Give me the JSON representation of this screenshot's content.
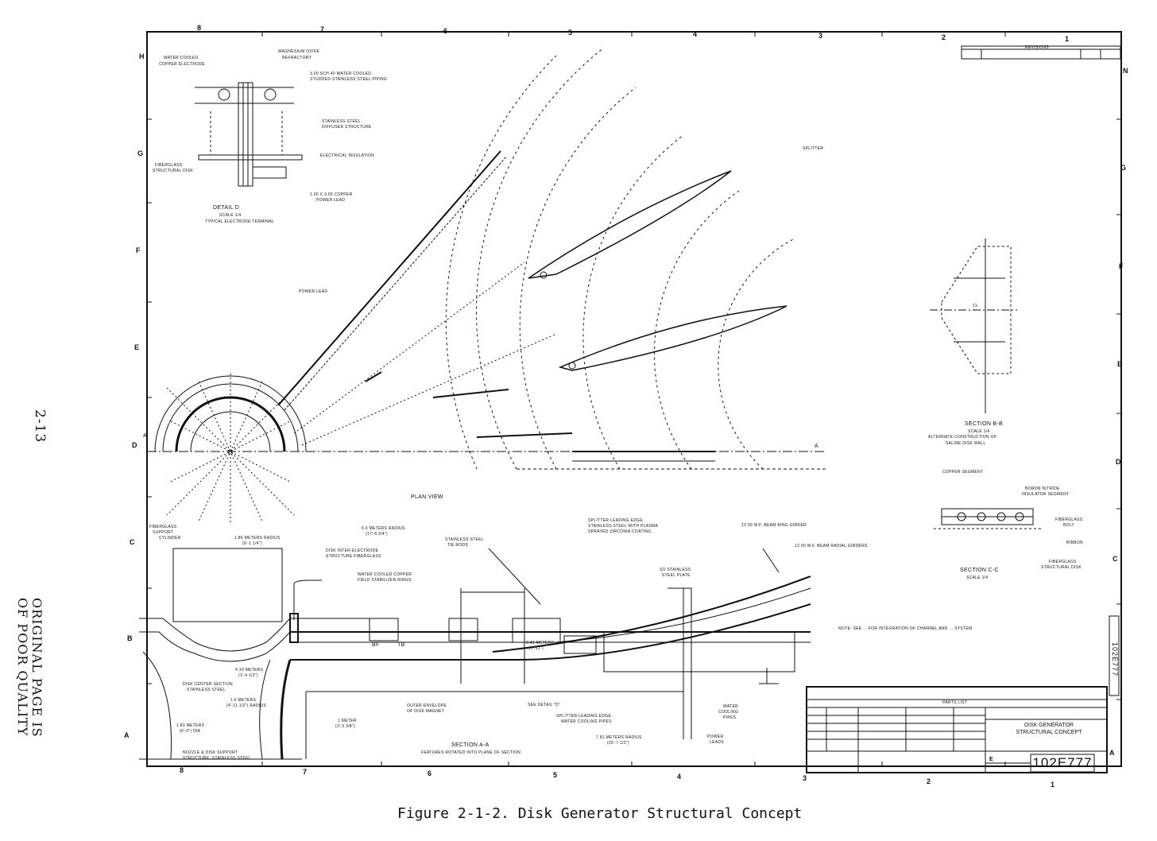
{
  "margin": {
    "page_number": "2-13",
    "quality_note_line1": "ORIGINAL PAGE IS",
    "quality_note_line2": "OF POOR QUALITY"
  },
  "caption": "Figure 2-1-2.  Disk Generator Structural Concept",
  "zones": {
    "columns_top": [
      "8",
      "7",
      "6",
      "5",
      "4",
      "3",
      "2",
      "1"
    ],
    "columns_bottom": [
      "8",
      "7",
      "6",
      "5",
      "4",
      "3",
      "2",
      "1"
    ],
    "rows_left": [
      "H",
      "G",
      "F",
      "E",
      "D",
      "C",
      "B",
      "A"
    ],
    "rows_right": [
      "N",
      "G",
      "F",
      "E",
      "D",
      "C",
      "A"
    ]
  },
  "detail_d": {
    "water_cooled": "WATER COOLED",
    "copper_electrode": "COPPER ELECTRODE",
    "magnesium": "MAGNESIUM OXIDE",
    "refractory": "REFRACTORY",
    "piping_1": "3.00 SCH 40 WATER COOLED",
    "piping_2": "STUDDED STAINLESS STEEL PIPING",
    "diffuser_1": "STAINLESS STEEL",
    "diffuser_2": "DIFFUSER STRUCTURE",
    "insulation": "ELECTRICAL INSULATION",
    "fiberglass_1": "FIBERGLASS",
    "fiberglass_2": "STRUCTURAL DISK",
    "power_lead_1": "1.00 x 3.00 COPPER",
    "power_lead_2": "POWER LEAD",
    "title": "DETAIL D",
    "scale": "SCALE 1/4",
    "subtitle": "TYPICAL ELECTRODE TERMINAL"
  },
  "plan_view": {
    "power_lead": "POWER LEAD",
    "title": "PLAN VIEW",
    "splitter": "SPLITTER",
    "section_mark": "A"
  },
  "section_bb": {
    "title": "SECTION B-B",
    "scale": "SCALE 1/4",
    "line1": "ALTERNATE CONSTRUCTION OF",
    "line2": "SALINE DISK WALL",
    "cl": "CL"
  },
  "section_cc": {
    "copper_segment": "COPPER SEGMENT",
    "boron_1": "BORON NITRIDE",
    "boron_2": "INSULATOR SEGMENT",
    "fiberglass_bolt_1": "FIBERGLASS",
    "fiberglass_bolt_2": "BOLT",
    "ribbon": "RIBBON",
    "fiber_disk_1": "FIBERGLASS",
    "fiber_disk_2": "STRUCTURAL DISK",
    "title": "SECTION C-C",
    "scale": "SCALE 1/4"
  },
  "section_aa": {
    "fiberglass_cyl_1": "FIBERGLASS",
    "fiberglass_cyl_2": "SUPPORT",
    "fiberglass_cyl_3": "CYLINDER",
    "radius_186": "1.86 METERS RADIUS",
    "radius_186_ft": "(6'-1 1/4\")",
    "radius_53": "5.3 METERS RADIUS",
    "radius_53_ft": "(17'-6 3/4\")",
    "tie_rods_1": "STAINLESS STEEL",
    "tie_rods_2": "TIE RODS",
    "inter_electrode_1": "DISK INTER-ELECTRODE",
    "inter_electrode_2": "STRUCTURE FIBERGLASS",
    "field_rings_1": "WATER COOLED COPPER",
    "field_rings_2": "FIELD STABILIZER RINGS",
    "leading_edge_1": "SPLITTER LEADING EDGE",
    "leading_edge_2": "STAINLESS STEEL WITH PLASMA",
    "leading_edge_3": "SPRAYED ZIRCONIA COATING",
    "ring_girder": "12.00 W.F. BEAM RING GIRDER",
    "radial_girder": "12.00 W.F. BEAM RADIAL GIRDERS",
    "steel_plate_1": "SO STAINLESS",
    "steel_plate_2": "STEEL PLATE",
    "bf": "BF",
    "tb": "TB",
    "radius_241": "2.41 METERS",
    "radius_241_ft": "(7'-11\")",
    "radius_419": "4.19 METERS",
    "radius_419_ft": "(1'-4 1/2\")",
    "center_section_1": "DISK CENTER SECTION",
    "center_section_2": "STAINLESS STEEL",
    "radius_15": "1.5 METERS",
    "radius_15_ft": "(4'-11 1/2\") RADIUS",
    "dia_183": "1.83 METERS",
    "dia_183_ft": "(6'-0\") DIA",
    "nozzle_1": "NOZZLE & DISK SUPPORT",
    "nozzle_2": "STRUCTURE, STAINLESS STEEL",
    "one_meter": "1 METER",
    "one_meter_ft": "(3'-3 3/8\")",
    "envelope_1": "OUTER ENVELOPE",
    "envelope_2": "OF DISK MAGNET",
    "see_detail": "SEE DETAIL \"D\"",
    "splitter_pipes_1": "SPLITTER LEADING EDGE",
    "splitter_pipes_2": "WATER COOLING PIPES",
    "water_pipes_1": "WATER",
    "water_pipes_2": "COOLING",
    "water_pipes_3": "PIPES",
    "radius_781": "7.81 METERS RADIUS",
    "radius_781_ft": "(25'-7 1/2\")",
    "power_leads_1": "POWER",
    "power_leads_2": "LEADS",
    "title": "SECTION A-A",
    "subtitle": "FEATURES ROTATED INTO PLANE OF SECTION",
    "note": "NOTE: SEE ... FOR INTEGRATION OF CHANNEL AND ... SYSTEM"
  },
  "revisions": {
    "label": "REVISIONS"
  },
  "title_block": {
    "parts_list": "PARTS LIST",
    "title_line1": "DISK GENERATOR",
    "title_line2": "STRUCTURAL CONCEPT",
    "size": "E",
    "drawing_number": "102E777",
    "side_number": "102E777"
  },
  "colors": {
    "ink": "#111111",
    "paper": "#ffffff"
  }
}
